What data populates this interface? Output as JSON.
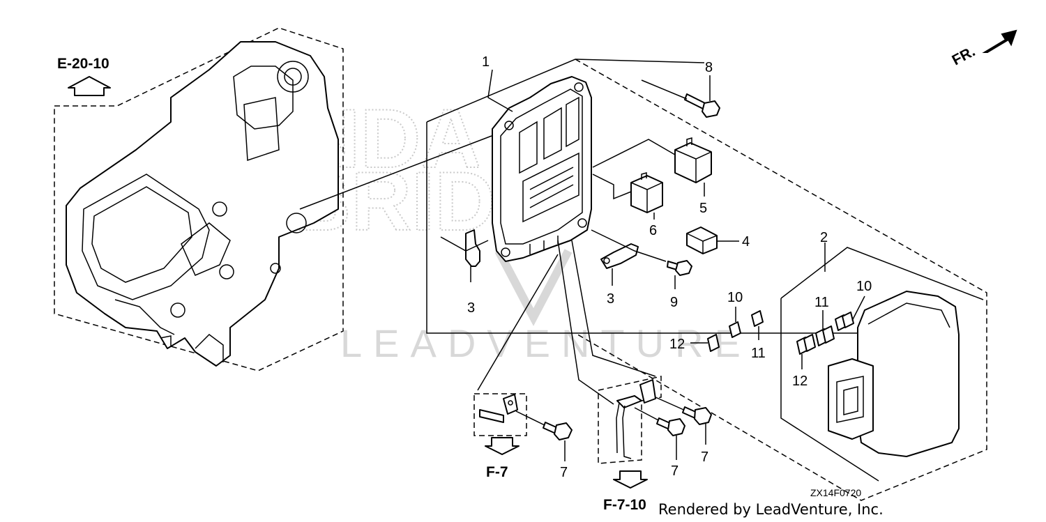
{
  "references": {
    "engine": "E-20-10",
    "front": "FR.",
    "wiring_a": "F-7",
    "wiring_b": "F-7-10"
  },
  "callouts": {
    "c1": "1",
    "c2": "2",
    "c3a": "3",
    "c3b": "3",
    "c4": "4",
    "c5": "5",
    "c6": "6",
    "c7a": "7",
    "c7b": "7",
    "c7c": "7",
    "c8": "8",
    "c9": "9",
    "c10a": "10",
    "c10b": "10",
    "c11a": "11",
    "c11b": "11",
    "c12a": "12",
    "c12b": "12"
  },
  "diagram_code": "ZX14F0720",
  "rendered_by": "Rendered by LeadVenture, Inc.",
  "watermark": "LEADVENTURE",
  "colors": {
    "line": "#000000",
    "watermark": "#d8d8d8",
    "background": "#ffffff"
  }
}
